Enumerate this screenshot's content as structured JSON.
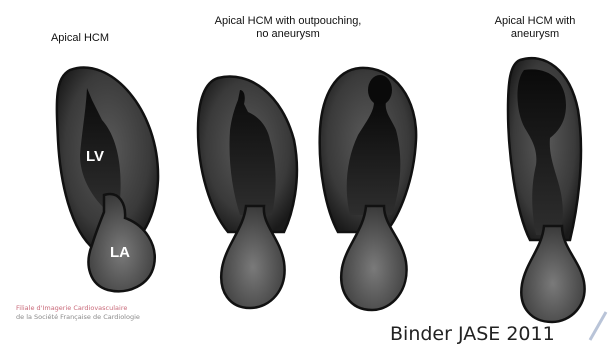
{
  "labels": {
    "apical_hcm": "Apical HCM",
    "outpouching_line1": "Apical HCM with outpouching,",
    "outpouching_line2": "no aneurysm",
    "aneurysm_line1": "Apical HCM with",
    "aneurysm_line2": "aneurysm"
  },
  "chambers": {
    "lv": "LV",
    "la": "LA"
  },
  "footer": {
    "org_line1": "Filiale d'Imagerie Cardiovasculaire",
    "org_line2": "de la Société Française de Cardiologie",
    "citation": "Binder JASE 2011"
  }
}
